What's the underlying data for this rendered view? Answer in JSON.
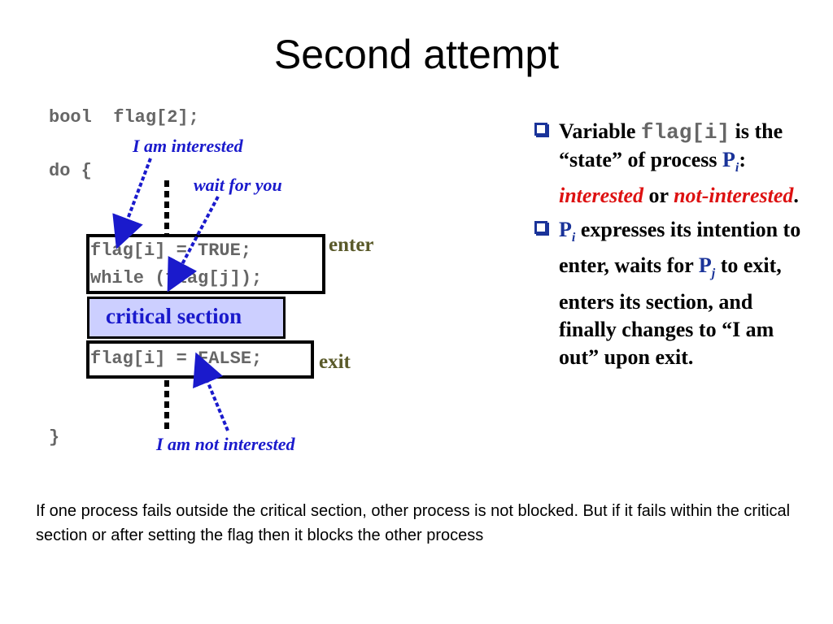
{
  "title": "Second attempt",
  "code": {
    "line1": "bool  flag[2];",
    "line2": "do {",
    "enter_line1": "flag[i] = TRUE;",
    "enter_line2": "while (flag[j]);",
    "critical_section": "critical section",
    "exit_line": "flag[i] = FALSE;",
    "closing": "}"
  },
  "labels": {
    "enter": "enter",
    "exit": "exit",
    "i_am_interested": "I am interested",
    "wait_for_you": "wait for you",
    "i_am_not_interested": "I am not interested"
  },
  "bullets": {
    "b1": {
      "t1": "Variable ",
      "var": "flag[i]",
      "t2": " is the “state” of process ",
      "p": "P",
      "p_sub": "i",
      "t3": ": ",
      "interested": "interested",
      "t4": " or ",
      "not_interested": "not-interested",
      "t5": "."
    },
    "b2": {
      "p": "P",
      "p_sub": "i",
      "t1": " expresses its intention to enter, waits for ",
      "pj": "P",
      "pj_sub": "j",
      "t2": " to exit, enters its section, and finally changes to “I am out” upon exit."
    }
  },
  "caption": "If one process fails outside the critical section, other process is not blocked. But if it fails within the critical section or after setting the flag then it blocks the other process",
  "colors": {
    "annotation_blue": "#1a1acc",
    "code_gray": "#666666",
    "critical_fill": "#cccfff",
    "red_text": "#dd1111",
    "bullet_blue": "#1a3399"
  }
}
